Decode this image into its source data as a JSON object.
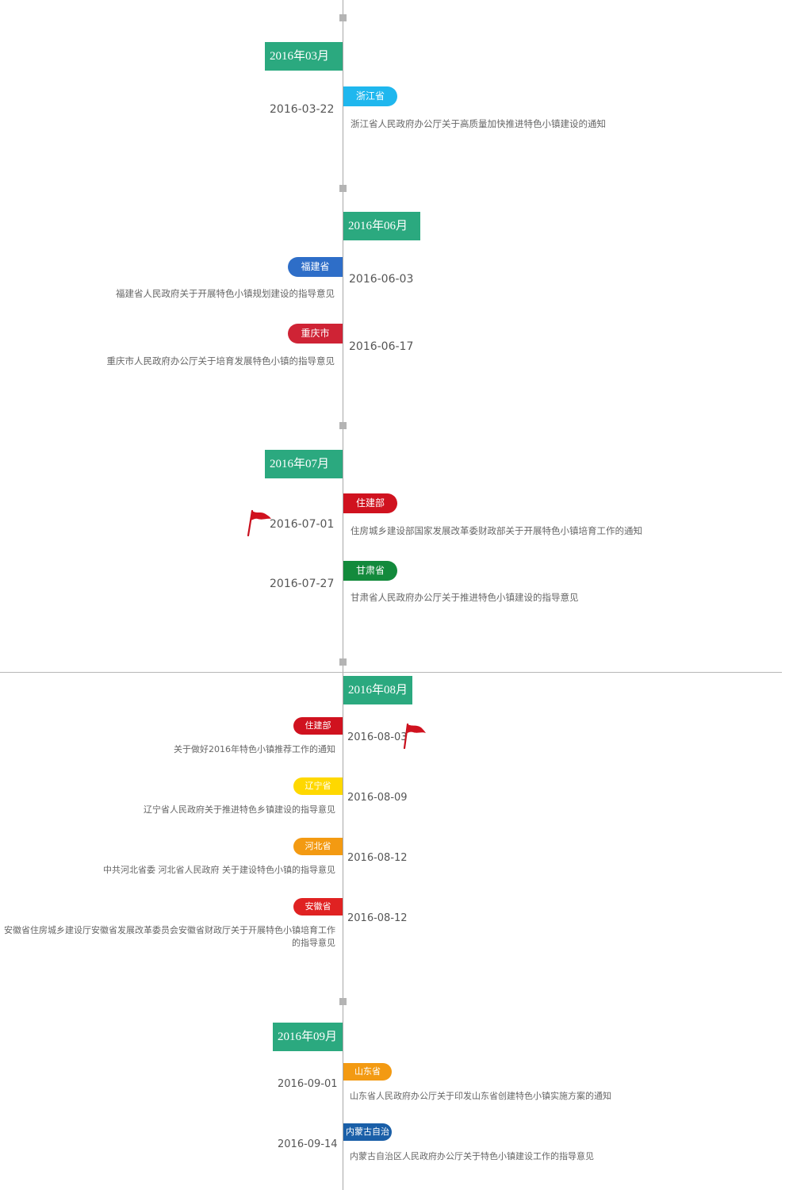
{
  "months": [
    "2016年03月",
    "2016年06月",
    "2016年07月",
    "2016年08月",
    "2016年09月"
  ],
  "entries": [
    {
      "date": "2016-03-22",
      "tag": "浙江省",
      "tag_color": "#1fb7ee",
      "desc": "浙江省人民政府办公厅关于高质量加快推进特色小镇建设的通知"
    },
    {
      "date": "2016-06-03",
      "tag": "福建省",
      "tag_color": "#2e6ec8",
      "desc": "福建省人民政府关于开展特色小镇规划建设的指导意见"
    },
    {
      "date": "2016-06-17",
      "tag": "重庆市",
      "tag_color": "#cf2335",
      "desc": "重庆市人民政府办公厅关于培育发展特色小镇的指导意见"
    },
    {
      "date": "2016-07-01",
      "tag": "住建部",
      "tag_color": "#d0121f",
      "desc": "住房城乡建设部国家发展改革委财政部关于开展特色小镇培育工作的通知"
    },
    {
      "date": "2016-07-27",
      "tag": "甘肃省",
      "tag_color": "#138a3c",
      "desc": "甘肃省人民政府办公厅关于推进特色小镇建设的指导意见"
    },
    {
      "date": "2016-08-03",
      "tag": "住建部",
      "tag_color": "#d0121f",
      "desc": "关于做好2016年特色小镇推荐工作的通知"
    },
    {
      "date": "2016-08-09",
      "tag": "辽宁省",
      "tag_color": "#ffd800",
      "desc": "辽宁省人民政府关于推进特色乡镇建设的指导意见"
    },
    {
      "date": "2016-08-12",
      "tag": "河北省",
      "tag_color": "#f39a12",
      "desc": "中共河北省委 河北省人民政府 关于建设特色小镇的指导意见"
    },
    {
      "date": "2016-08-12",
      "tag": "安徽省",
      "tag_color": "#e02222",
      "desc": "安徽省住房城乡建设厅安徽省发展改革委员会安徽省财政厅关于开展特色小镇培育工作的指导意见"
    },
    {
      "date": "2016-09-01",
      "tag": "山东省",
      "tag_color": "#f39a12",
      "desc": "山东省人民政府办公厅关于印发山东省创建特色小镇实施方案的通知"
    },
    {
      "date": "2016-09-14",
      "tag": "内蒙古自治",
      "tag_color": "#1a5fa8",
      "desc": "内蒙古自治区人民政府办公厅关于特色小镇建设工作的指导意见"
    }
  ],
  "icons": {
    "flag": "red-flag-icon",
    "flag_color": "#d0121f"
  },
  "colors": {
    "month_bg": "#2ba97f",
    "axis": "#a8a8a8"
  }
}
